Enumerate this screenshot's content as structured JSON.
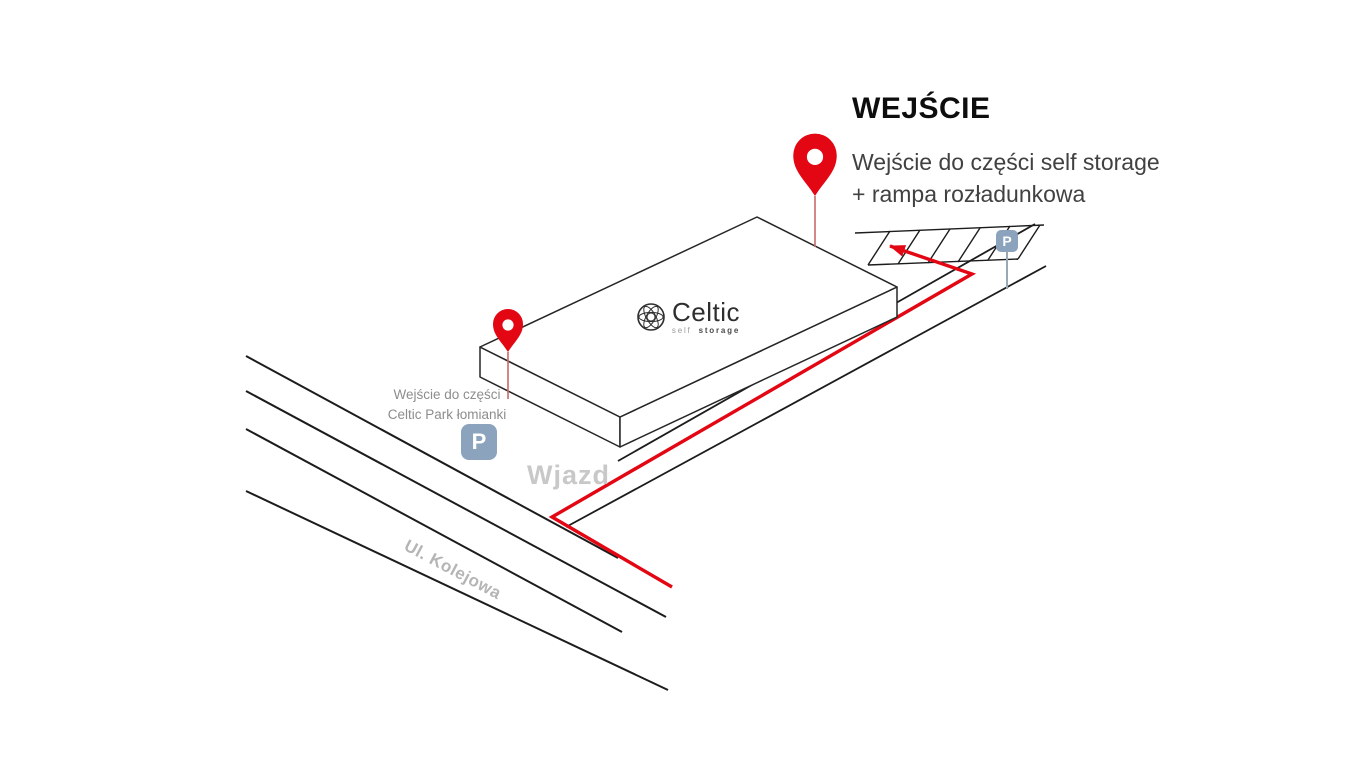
{
  "map": {
    "title": "WEJŚCIE",
    "entrance_note": {
      "line1": "Wejście do części self storage",
      "line2": "+ rampa rozładunkowa"
    },
    "left_pin_label": {
      "line1": "Wejście do części",
      "line2": "Celtic Park łomianki"
    },
    "driveway_label": "Wjazd",
    "street_label": "Ul. Kolejowa",
    "logo": {
      "name": "Celtic",
      "subtitle_light": "self",
      "subtitle_bold": "storage"
    },
    "parking_sign_letter": "P",
    "colors": {
      "route_red": "#e30613",
      "parking_blue": "#8ba3bd",
      "line_black": "#1c1c1c",
      "muted_grey": "#c8c8c8",
      "street_grey": "#b5b5b5",
      "label_grey": "#8d8d8d"
    }
  }
}
